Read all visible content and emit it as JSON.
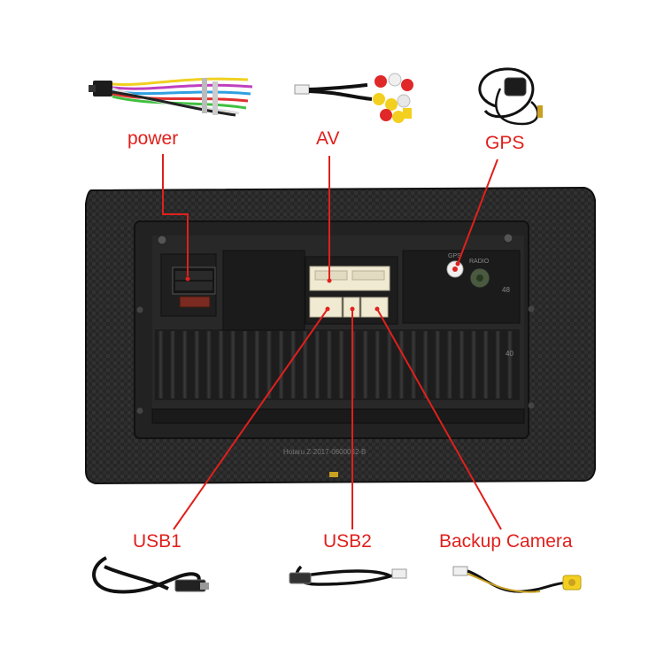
{
  "labels": {
    "power": "power",
    "av": "AV",
    "gps": "GPS",
    "usb1": "USB1",
    "usb2": "USB2",
    "backup_camera": "Backup Camera"
  },
  "unit_markings": {
    "gps_port": "GPS",
    "radio_port": "RADIO",
    "num_48": "48",
    "num_40": "40",
    "bottom_sticker": "Hotaru Z-2017-0600032-B"
  },
  "colors": {
    "label_red": "#e0201c",
    "pointer_red": "#e0201c",
    "panel_dark": "#2a2a2a",
    "connector_cream": "#f1ead3"
  },
  "components": [
    "power-harness-icon",
    "av-rca-cable-icon",
    "gps-antenna-icon",
    "usb1-cable-icon",
    "usb2-cable-icon",
    "backup-camera-cable-icon"
  ]
}
